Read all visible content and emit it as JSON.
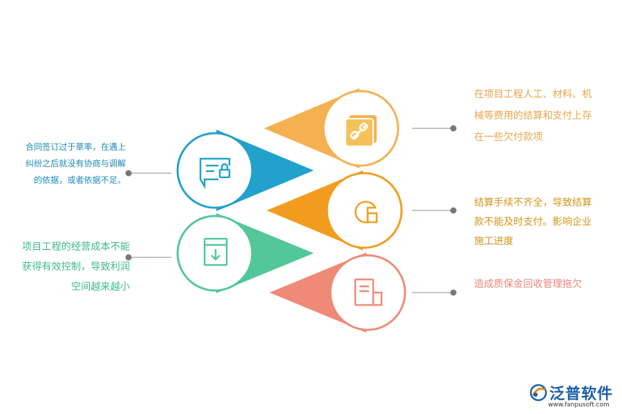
{
  "items": [
    {
      "id": "link",
      "color": "#f5b04f",
      "icon": "link-icon",
      "text": "在项目工程人工、材料、机械等费用的结算和支付上存在一些欠付款项"
    },
    {
      "id": "pie",
      "color": "#f29c1f",
      "icon": "pie-chart-icon",
      "text": "结算手续不齐全，导致结算款不能及时支付。影响企业施工进度"
    },
    {
      "id": "doc",
      "color": "#ef8a76",
      "icon": "document-icon",
      "text": "造成质保金回收管理拖欠"
    },
    {
      "id": "chat",
      "color": "#21a1cc",
      "icon": "chat-lock-icon",
      "text": "合同签订过于草率，在遇上纠纷之后就没有协商与调解的依据，或者依据不足。"
    },
    {
      "id": "download",
      "color": "#52c79a",
      "icon": "download-box-icon",
      "text": "项目工程的经营成本不能获得有效控制，导致利润空间越来越小"
    }
  ],
  "logo": {
    "name": "泛普软件",
    "url": "www.fanpusoft.com"
  }
}
